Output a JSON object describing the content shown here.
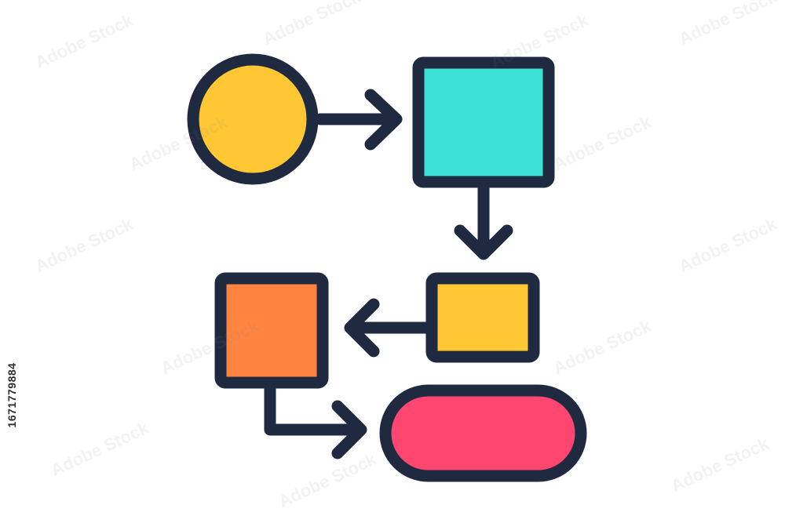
{
  "image_id_text": "1671779884",
  "watermark_text": "Adobe Stock",
  "colors": {
    "outline": "#1f2a40",
    "circle_fill": "#ffc733",
    "top_square_fill": "#3de0d4",
    "mid_rect_fill": "#ffc733",
    "left_square_fill": "#ff843f",
    "pill_fill": "#ff4670",
    "background": "#ffffff"
  },
  "nodes": [
    {
      "id": "start",
      "shape": "circle",
      "fill_key": "circle_fill"
    },
    {
      "id": "process-1",
      "shape": "square",
      "fill_key": "top_square_fill"
    },
    {
      "id": "process-2",
      "shape": "rectangle",
      "fill_key": "mid_rect_fill"
    },
    {
      "id": "process-3",
      "shape": "square",
      "fill_key": "left_square_fill"
    },
    {
      "id": "end",
      "shape": "pill",
      "fill_key": "pill_fill"
    }
  ],
  "edges": [
    {
      "from": "start",
      "to": "process-1"
    },
    {
      "from": "process-1",
      "to": "process-2"
    },
    {
      "from": "process-2",
      "to": "process-3"
    },
    {
      "from": "process-3",
      "to": "end"
    }
  ]
}
